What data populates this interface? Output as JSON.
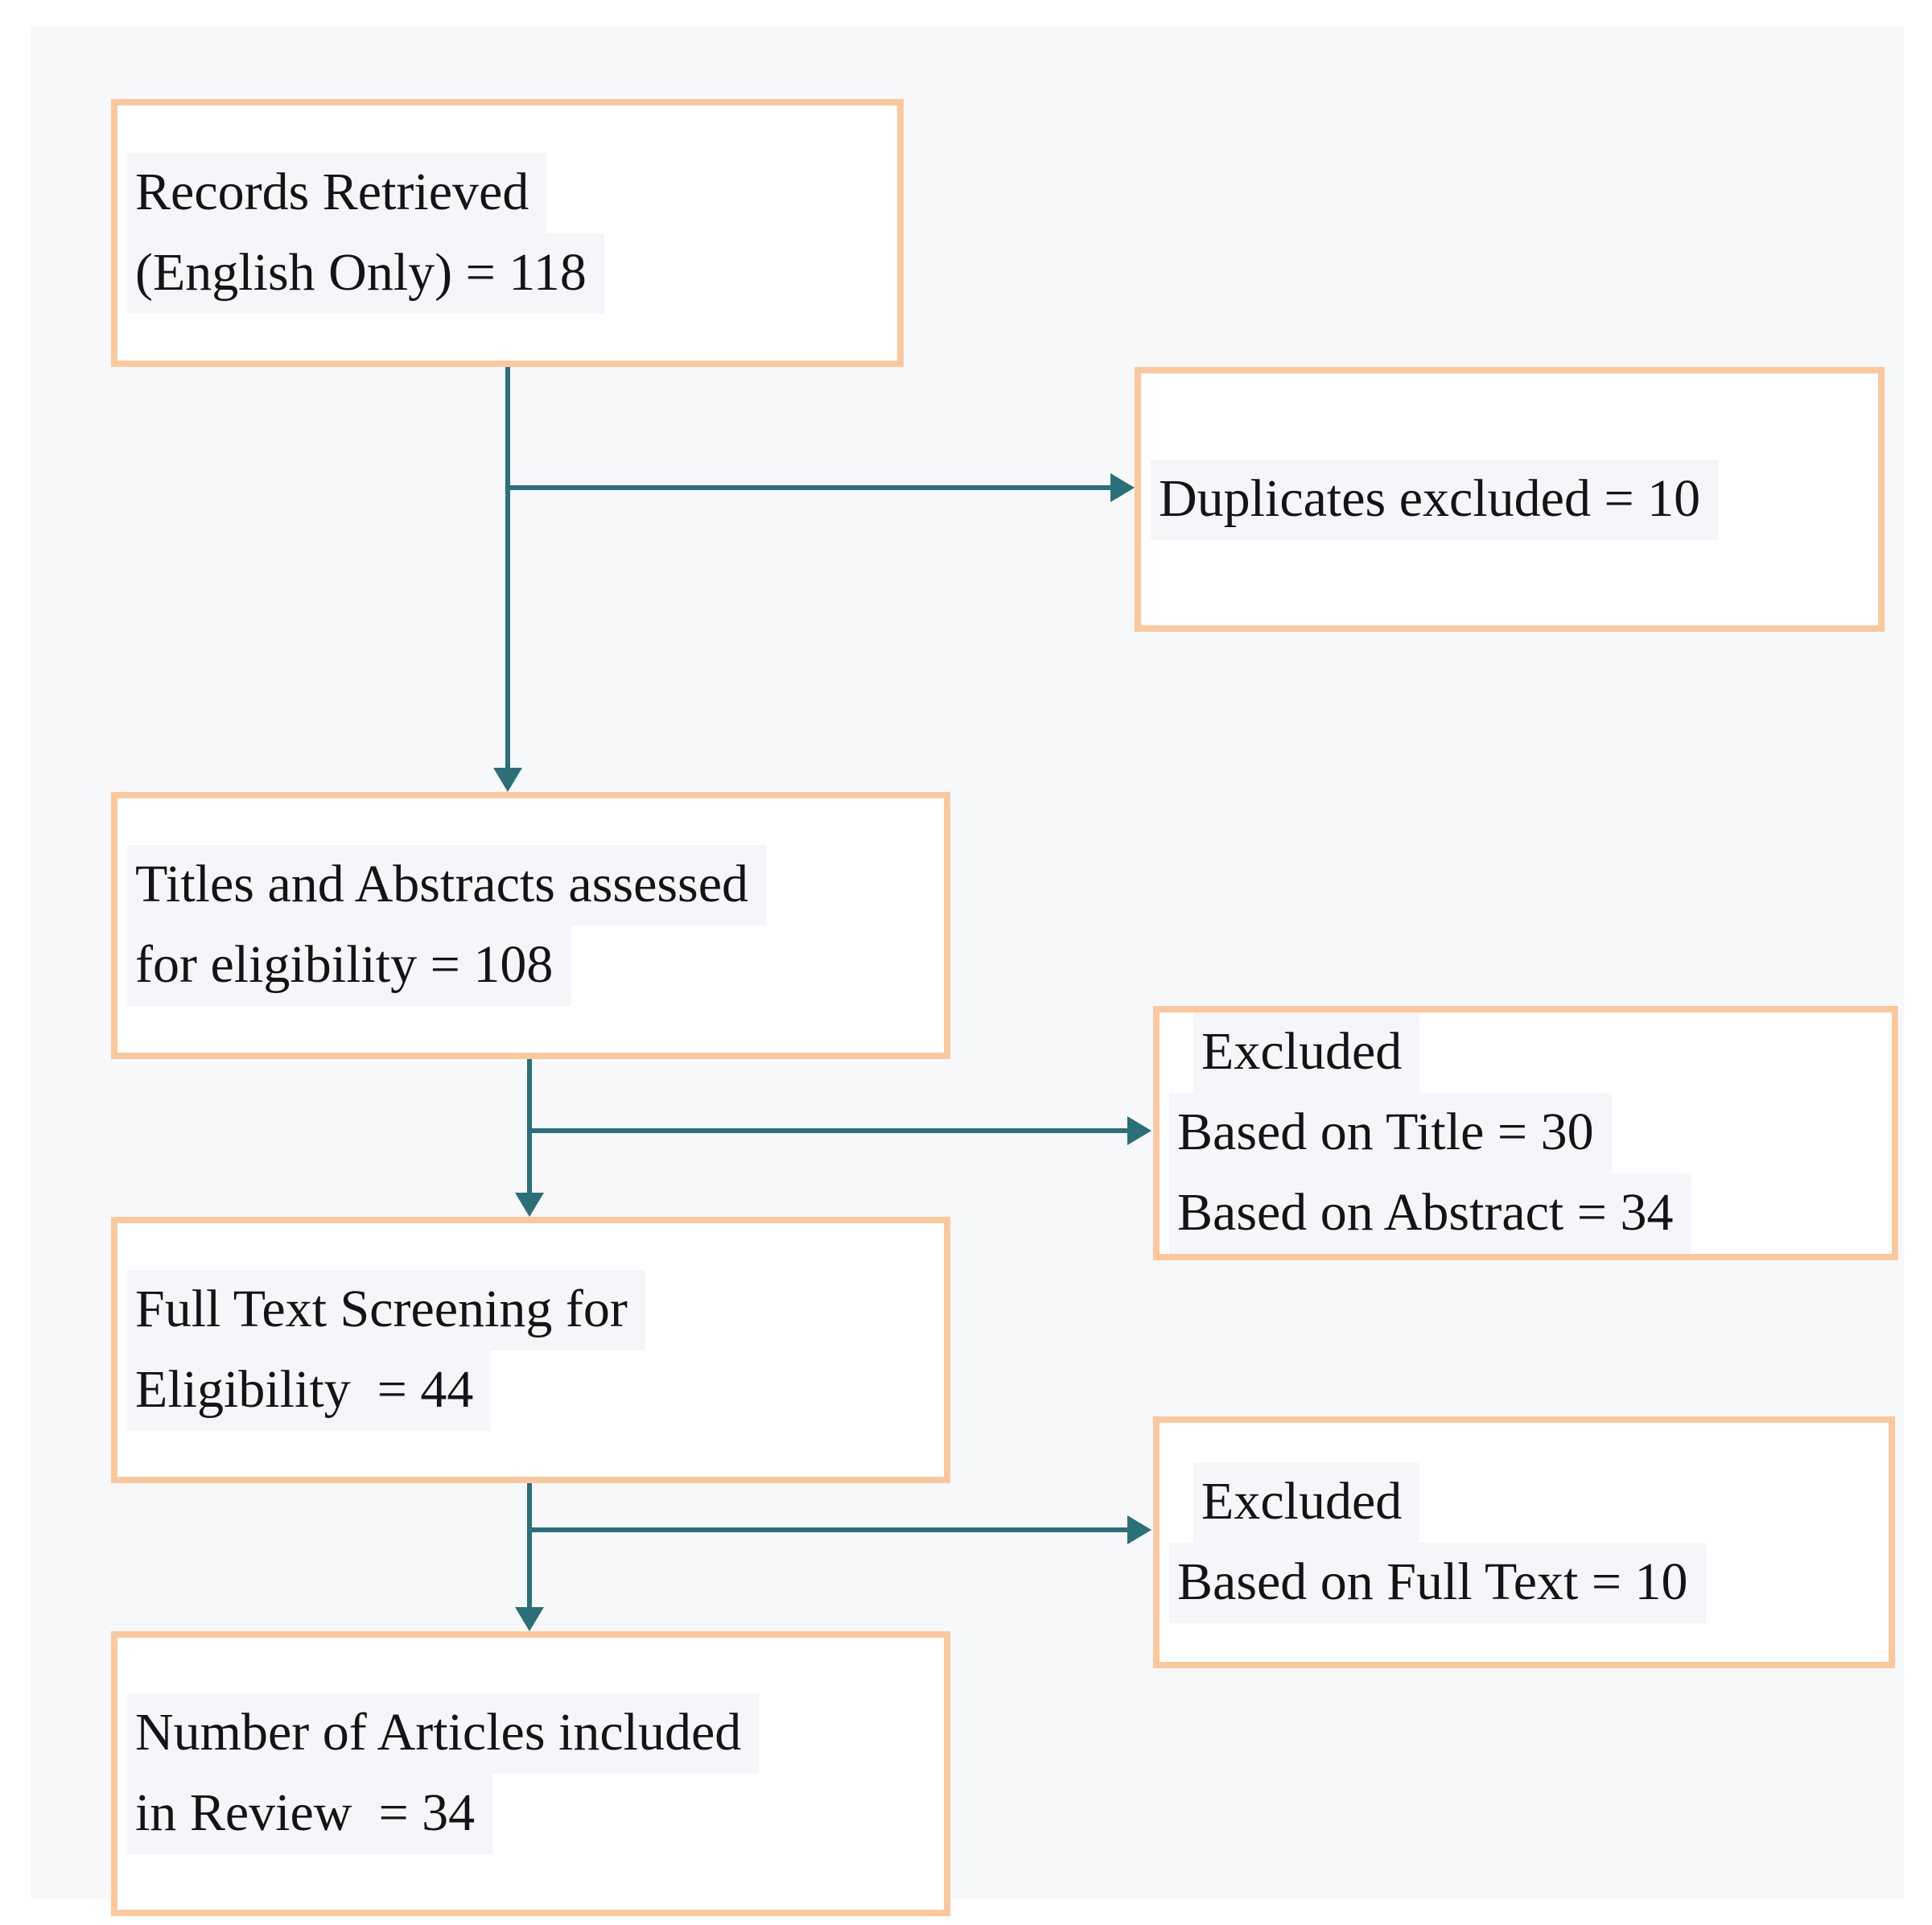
{
  "figure": {
    "type": "literature-screening-flow-diagram",
    "colors": {
      "canvas_background": "#f7f8fa",
      "box_border": "#fbc89d",
      "box_background": "#ffffff",
      "arrow": "#2b7078",
      "text": "#141414",
      "text_highlight": "#f4f6f9"
    },
    "boxes": {
      "records": {
        "lines": [
          "Records Retrieved",
          "(English Only) = 118"
        ]
      },
      "duplicates": {
        "lines": [
          "Duplicates excluded = 10"
        ]
      },
      "titles_abstracts": {
        "lines": [
          "Titles and Abstracts assessed",
          "for eligibility = 108"
        ]
      },
      "excluded_title_abstract": {
        "lines": [
          "Excluded",
          "Based on Title = 30",
          "Based on Abstract = 34"
        ]
      },
      "full_text": {
        "lines": [
          "Full Text Screening for",
          "Eligibility  = 44"
        ]
      },
      "excluded_full_text": {
        "lines": [
          "Excluded",
          "Based on Full Text = 10"
        ]
      },
      "included": {
        "lines": [
          "Number of Articles included",
          "in Review  = 34"
        ]
      }
    }
  }
}
